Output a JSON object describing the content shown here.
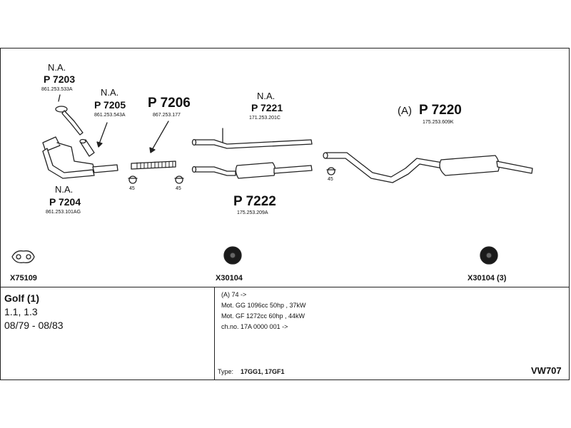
{
  "parts": {
    "p7203": {
      "na": "N.A.",
      "number": "P 7203",
      "oem": "861.253.533A"
    },
    "p7205": {
      "na": "N.A.",
      "number": "P 7205",
      "oem": "861.253.543A"
    },
    "p7206": {
      "number": "P 7206",
      "oem": "867.253.177"
    },
    "p7221": {
      "na": "N.A.",
      "number": "P 7221",
      "oem": "171.253.201C"
    },
    "p7220": {
      "prefix": "(A)",
      "number": "P 7220",
      "oem": "175.253.609K"
    },
    "p7204": {
      "na": "N.A.",
      "number": "P 7204",
      "oem": "861.253.101AG"
    },
    "p7222": {
      "number": "P 7222",
      "oem": "175.253.209A"
    }
  },
  "clamps": {
    "c1": "45",
    "c2": "45",
    "c3": "45"
  },
  "accessories": {
    "gasket": "X75109",
    "hanger1": "X30104",
    "hanger2": "X30104 (3)"
  },
  "vehicle": {
    "model": "Golf (1)",
    "engines": "1.1, 1.3",
    "years": "08/79 - 08/83"
  },
  "notes": {
    "line1": "(A) 74 ->",
    "line2": "Mot. GG 1096cc 50hp , 37kW",
    "line3": "Mot. GF 1272cc 60hp , 44kW",
    "line4": "ch.no. 17A 0000 001 ->",
    "type_label": "Type:",
    "type_value": "17GG1, 17GF1"
  },
  "diagram_code": "VW707"
}
